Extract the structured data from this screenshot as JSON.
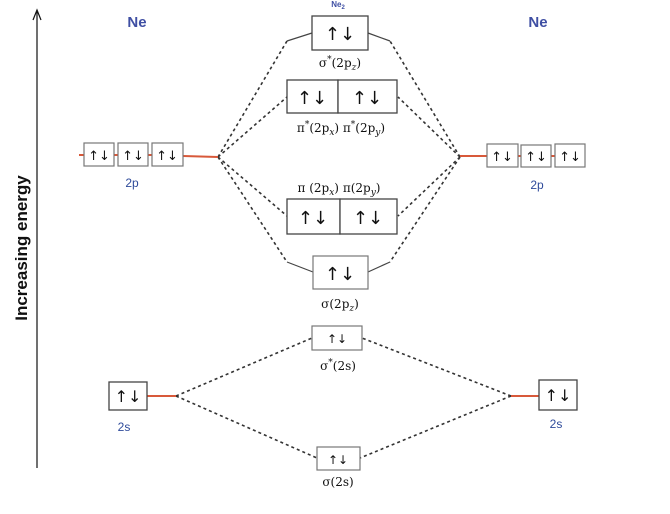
{
  "axis": {
    "label": "Increasing energy"
  },
  "atoms": {
    "left": {
      "name": "Ne",
      "orbitals_2p_label": "2p",
      "orbital_2s_label": "2s"
    },
    "right": {
      "name": "Ne",
      "orbitals_2p_label": "2p",
      "orbital_2s_label": "2s"
    }
  },
  "molecule": {
    "name": "Ne",
    "subscript": "2"
  },
  "electron_pair": "↑↓",
  "molecular_orbitals": {
    "sigma_star_2pz": {
      "greek": "σ",
      "star": "*",
      "label_inner": "(2p",
      "sub": "z",
      "close": ")"
    },
    "pi_star_2px": {
      "greek": "π",
      "star": "*",
      "label_inner": "(2p",
      "sub": "x",
      "close": ")"
    },
    "pi_star_2py": {
      "greek": "π",
      "star": "*",
      "label_inner": "(2p",
      "sub": "y",
      "close": ")"
    },
    "pi_2px": {
      "greek": "π",
      "label_inner": " (2p",
      "sub": "x",
      "close": ")"
    },
    "pi_2py": {
      "greek": "π",
      "label_inner": "(2p",
      "sub": "y",
      "close": ")"
    },
    "sigma_2pz": {
      "greek": "σ",
      "label_inner": "(2p",
      "sub": "z",
      "close": ")"
    },
    "sigma_star_2s": {
      "greek": "σ",
      "star": "*",
      "label_inner": "(2s)"
    },
    "sigma_2s": {
      "greek": "σ",
      "label_inner": "(2s)"
    }
  },
  "colors": {
    "atom_text": "#3f4fa3",
    "connector": "#d8593a",
    "dashed_line": "#333333"
  }
}
